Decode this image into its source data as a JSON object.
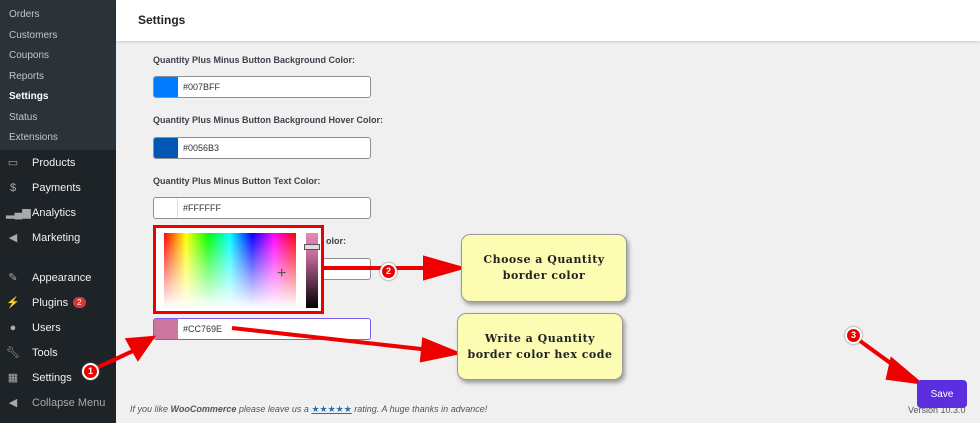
{
  "sidebar": {
    "submenu": [
      "Orders",
      "Customers",
      "Coupons",
      "Reports",
      "Settings",
      "Status",
      "Extensions"
    ],
    "menu": [
      {
        "label": "Products",
        "icon": "archive-icon"
      },
      {
        "label": "Payments",
        "icon": "dollar-icon"
      },
      {
        "label": "Analytics",
        "icon": "bar-chart-icon"
      },
      {
        "label": "Marketing",
        "icon": "megaphone-icon"
      },
      {
        "label": "Appearance",
        "icon": "paintbrush-icon"
      },
      {
        "label": "Plugins",
        "icon": "plug-icon",
        "badge": "2"
      },
      {
        "label": "Users",
        "icon": "user-icon"
      },
      {
        "label": "Tools",
        "icon": "wrench-icon"
      },
      {
        "label": "Settings",
        "icon": "settings-icon"
      },
      {
        "label": "Collapse Menu",
        "icon": "collapse-icon"
      }
    ]
  },
  "header": {
    "title": "Settings"
  },
  "fields": [
    {
      "label": "Quantity Plus Minus Button Background Color:",
      "value": "#007BFF",
      "color": "#007bff"
    },
    {
      "label": "Quantity Plus Minus Button Background Hover Color:",
      "value": "#0056B3",
      "color": "#0056b3"
    },
    {
      "label": "Quantity Plus Minus Button Text Color:",
      "value": "#FFFFFF",
      "color": "#ffffff"
    },
    {
      "label": "olor:",
      "value": "",
      "color": "#ffffff"
    },
    {
      "value": "#CC769E",
      "color": "#cc769e"
    }
  ],
  "callouts": [
    "Choose a Quantity border color",
    "Write a Quantity border color hex code"
  ],
  "steps": [
    "1",
    "2",
    "3"
  ],
  "save_label": "Save",
  "footer": {
    "pre": "If you like ",
    "brand": "WooCommerce",
    "mid": " please leave us a ",
    "stars": "★★★★★",
    "post": " rating. A huge thanks in advance!"
  },
  "version": "Version 10.3.0"
}
